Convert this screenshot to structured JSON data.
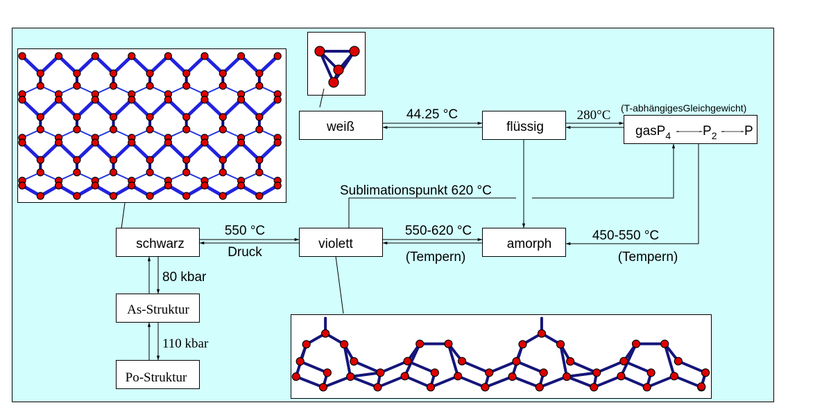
{
  "diagram": {
    "title": "Phosphor-Modifikationen",
    "colors": {
      "background": "#d2fefe",
      "box_fill": "#ffffff",
      "atom": "#dd0000",
      "bond_thick": "#2222dd",
      "bond_dark": "#15157a"
    },
    "nodes": {
      "weiss": "weiß",
      "fluessig": "flüssig",
      "gas_prefix": "gas",
      "gas_p4": "P",
      "gas_p4_sub": "4",
      "gas_p2": "P",
      "gas_p2_sub": "2",
      "gas_p": "P",
      "schwarz": "schwarz",
      "violett": "violett",
      "amorph": "amorph",
      "as_struktur": "As-Struktur",
      "po_struktur": "Po-Struktur"
    },
    "edges": {
      "weiss_fluessig": "44.25 °C",
      "fluessig_gas": "280°C",
      "gas_note": "(T-abhängigesGleichgewicht)",
      "sublimation": "Sublimationspunkt 620  °C",
      "schwarz_violett_top": "550 °C",
      "schwarz_violett_bottom": "Druck",
      "violett_amorph_top": "550-620 °C",
      "violett_amorph_bottom": "(Tempern)",
      "gas_amorph_top": "450-550 °C",
      "gas_amorph_bottom": "(Tempern)",
      "schwarz_as": "80 kbar",
      "as_po": "110 kbar"
    },
    "illustrations": [
      {
        "name": "black-phosphorus-layer",
        "description": "honeycomb layer structure"
      },
      {
        "name": "white-phosphorus-tetrahedron",
        "description": "P4 tetrahedron"
      },
      {
        "name": "violet-phosphorus-chain",
        "description": "tube/chain structure"
      }
    ]
  }
}
